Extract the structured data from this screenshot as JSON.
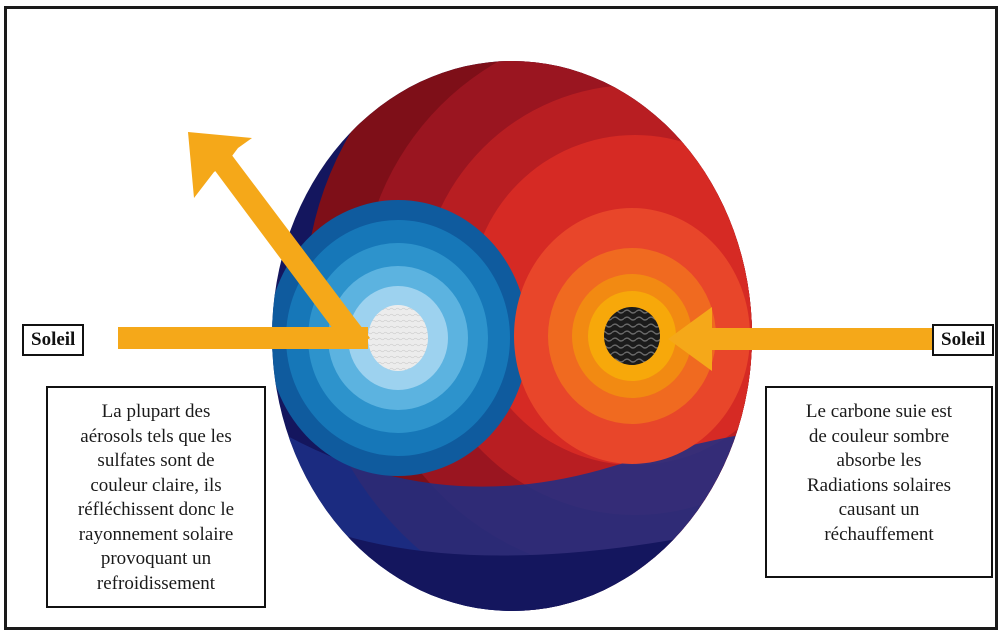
{
  "sun_label_left": "Soleil",
  "sun_label_right": "Soleil",
  "left_caption": [
    "La plupart des",
    "aérosols tels que les",
    "sulfates sont de",
    "couleur claire, ils",
    "réfléchissent donc le",
    "rayonnement solaire",
    "provoquant un",
    "refroidissement"
  ],
  "right_caption": [
    "Le carbone suie est",
    "de couleur sombre",
    "absorbe les",
    "Radiations solaires",
    "causant un",
    "réchauffement"
  ],
  "colors": {
    "arrow": "#f5a819",
    "warm_rings": [
      "#e8462a",
      "#f06a20",
      "#f28a12",
      "#f7a80a"
    ],
    "cool_rings": [
      "#0f5b9e",
      "#1677b8",
      "#2d93cc",
      "#5cb3e0",
      "#9dd2ef",
      "#e9e9e9"
    ],
    "sphere_dark_red": "#7e0f18",
    "sphere_navy": "#14165e",
    "soot_core": "#1b1b1b"
  }
}
